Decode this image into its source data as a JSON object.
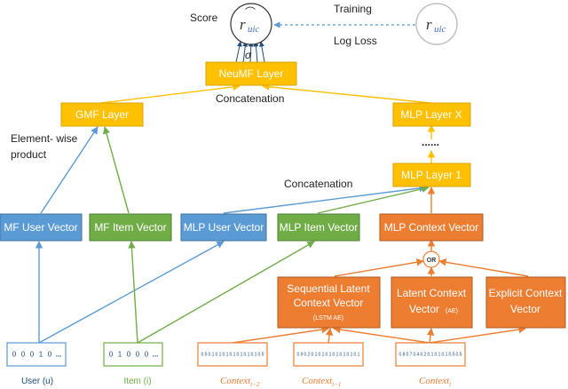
{
  "labels": {
    "score": "Score",
    "training": "Training",
    "log_loss": "Log Loss",
    "sigma": "σ",
    "concat_top": "Concatenation",
    "concat_mid": "Concatenation",
    "element_wise_1": "Element- wise",
    "element_wise_2": "product",
    "dots": "......",
    "or": "OR"
  },
  "score_pred": {
    "r": "r",
    "sub": "uic"
  },
  "score_true": {
    "r": "r",
    "sub": "uic"
  },
  "layers": {
    "neumf": "NeuMF Layer",
    "gmf": "GMF Layer",
    "mlp_x": "MLP Layer X",
    "mlp_1": "MLP Layer 1"
  },
  "vectors": {
    "mf_user": "MF User Vector",
    "mf_item": "MF Item Vector",
    "mlp_user": "MLP User Vector",
    "mlp_item": "MLP Item Vector",
    "mlp_context": "MLP Context Vector"
  },
  "context_sources": {
    "sequential": [
      "Sequential Latent",
      "Context Vector",
      "(LSTM AE)"
    ],
    "latent": [
      "Latent Context",
      "Vector",
      "(AE)"
    ],
    "explicit": [
      "Explicit Context",
      "Vector"
    ]
  },
  "inputs": {
    "user": {
      "label": "User (u)",
      "cells": [
        "0",
        "0",
        "0",
        "1",
        "0",
        "..."
      ]
    },
    "item": {
      "label": "Item (i)",
      "cells": [
        "0",
        "1",
        "0",
        "0",
        "0",
        "..."
      ]
    },
    "ctx_t2": {
      "label": "Context",
      "sub": "t−2",
      "cells": [
        "0.5",
        "0.1",
        "0.1",
        "0.1",
        "0.1",
        "0.1",
        "0.1",
        "0.1",
        "0.5"
      ]
    },
    "ctx_t1": {
      "label": "Context",
      "sub": "t−1",
      "cells": [
        "0.9",
        "0.2",
        "0.1",
        "0.1",
        "0.1",
        "0.1",
        "0.1",
        "0.1",
        "0.1"
      ]
    },
    "ctx_t": {
      "label": "Context",
      "sub": "t",
      "cells": [
        "0.8",
        "0.7",
        "0.4",
        "0.2",
        "0.1",
        "0.1",
        "0.1",
        "0.5",
        "0.5"
      ]
    }
  },
  "colors": {
    "yellow": "#ffc000",
    "yellow_border": "#d9a400",
    "blue": "#5b9bd5",
    "green": "#70ad47",
    "orange": "#ed7d31",
    "dark_blue": "#1f4e79",
    "gray": "#bfbfbf"
  }
}
